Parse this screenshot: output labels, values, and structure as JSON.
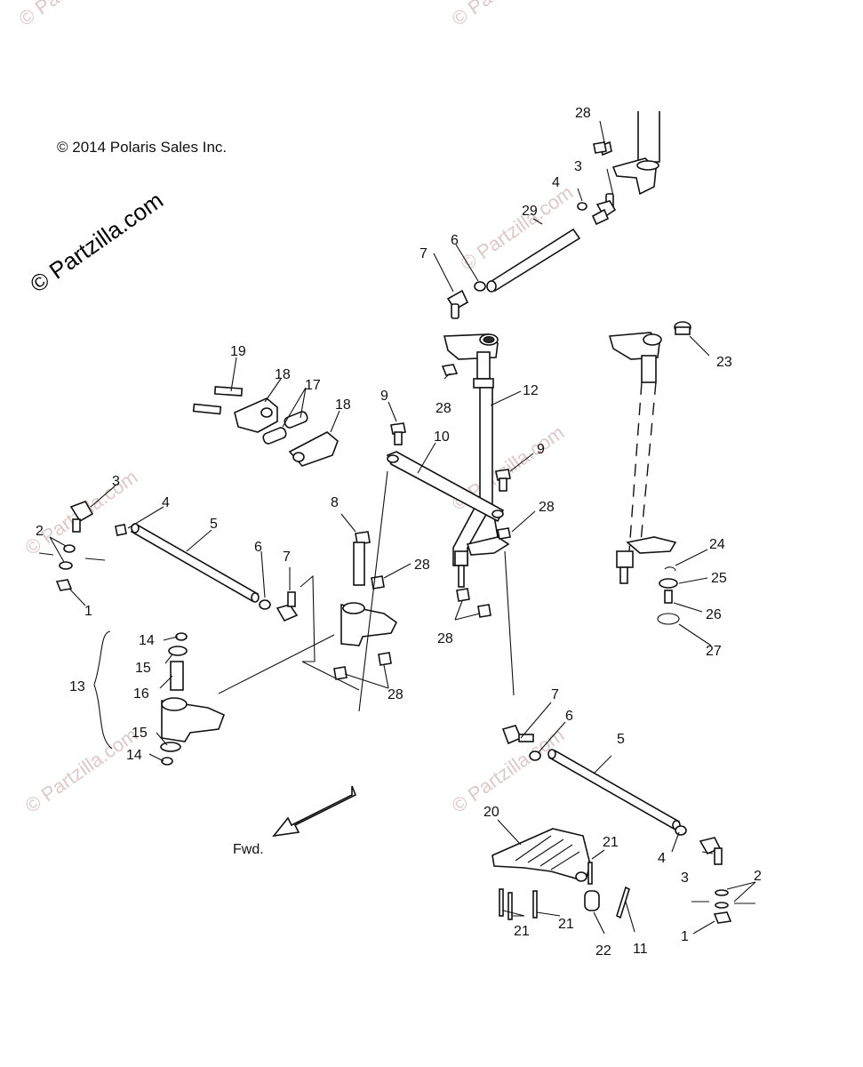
{
  "copyright": "© 2014 Polaris Sales Inc.",
  "watermark": "© Partzilla.com",
  "direction_label": "Fwd.",
  "callouts": [
    "28",
    "3",
    "4",
    "29",
    "6",
    "7",
    "23",
    "19",
    "18",
    "17",
    "18",
    "9",
    "28",
    "12",
    "10",
    "9",
    "28",
    "3",
    "2",
    "4",
    "5",
    "1",
    "6",
    "7",
    "8",
    "28",
    "24",
    "25",
    "26",
    "27",
    "28",
    "28",
    "14",
    "15",
    "16",
    "13",
    "15",
    "14",
    "7",
    "6",
    "5",
    "20",
    "21",
    "4",
    "3",
    "2",
    "1",
    "21",
    "21",
    "22",
    "11"
  ]
}
